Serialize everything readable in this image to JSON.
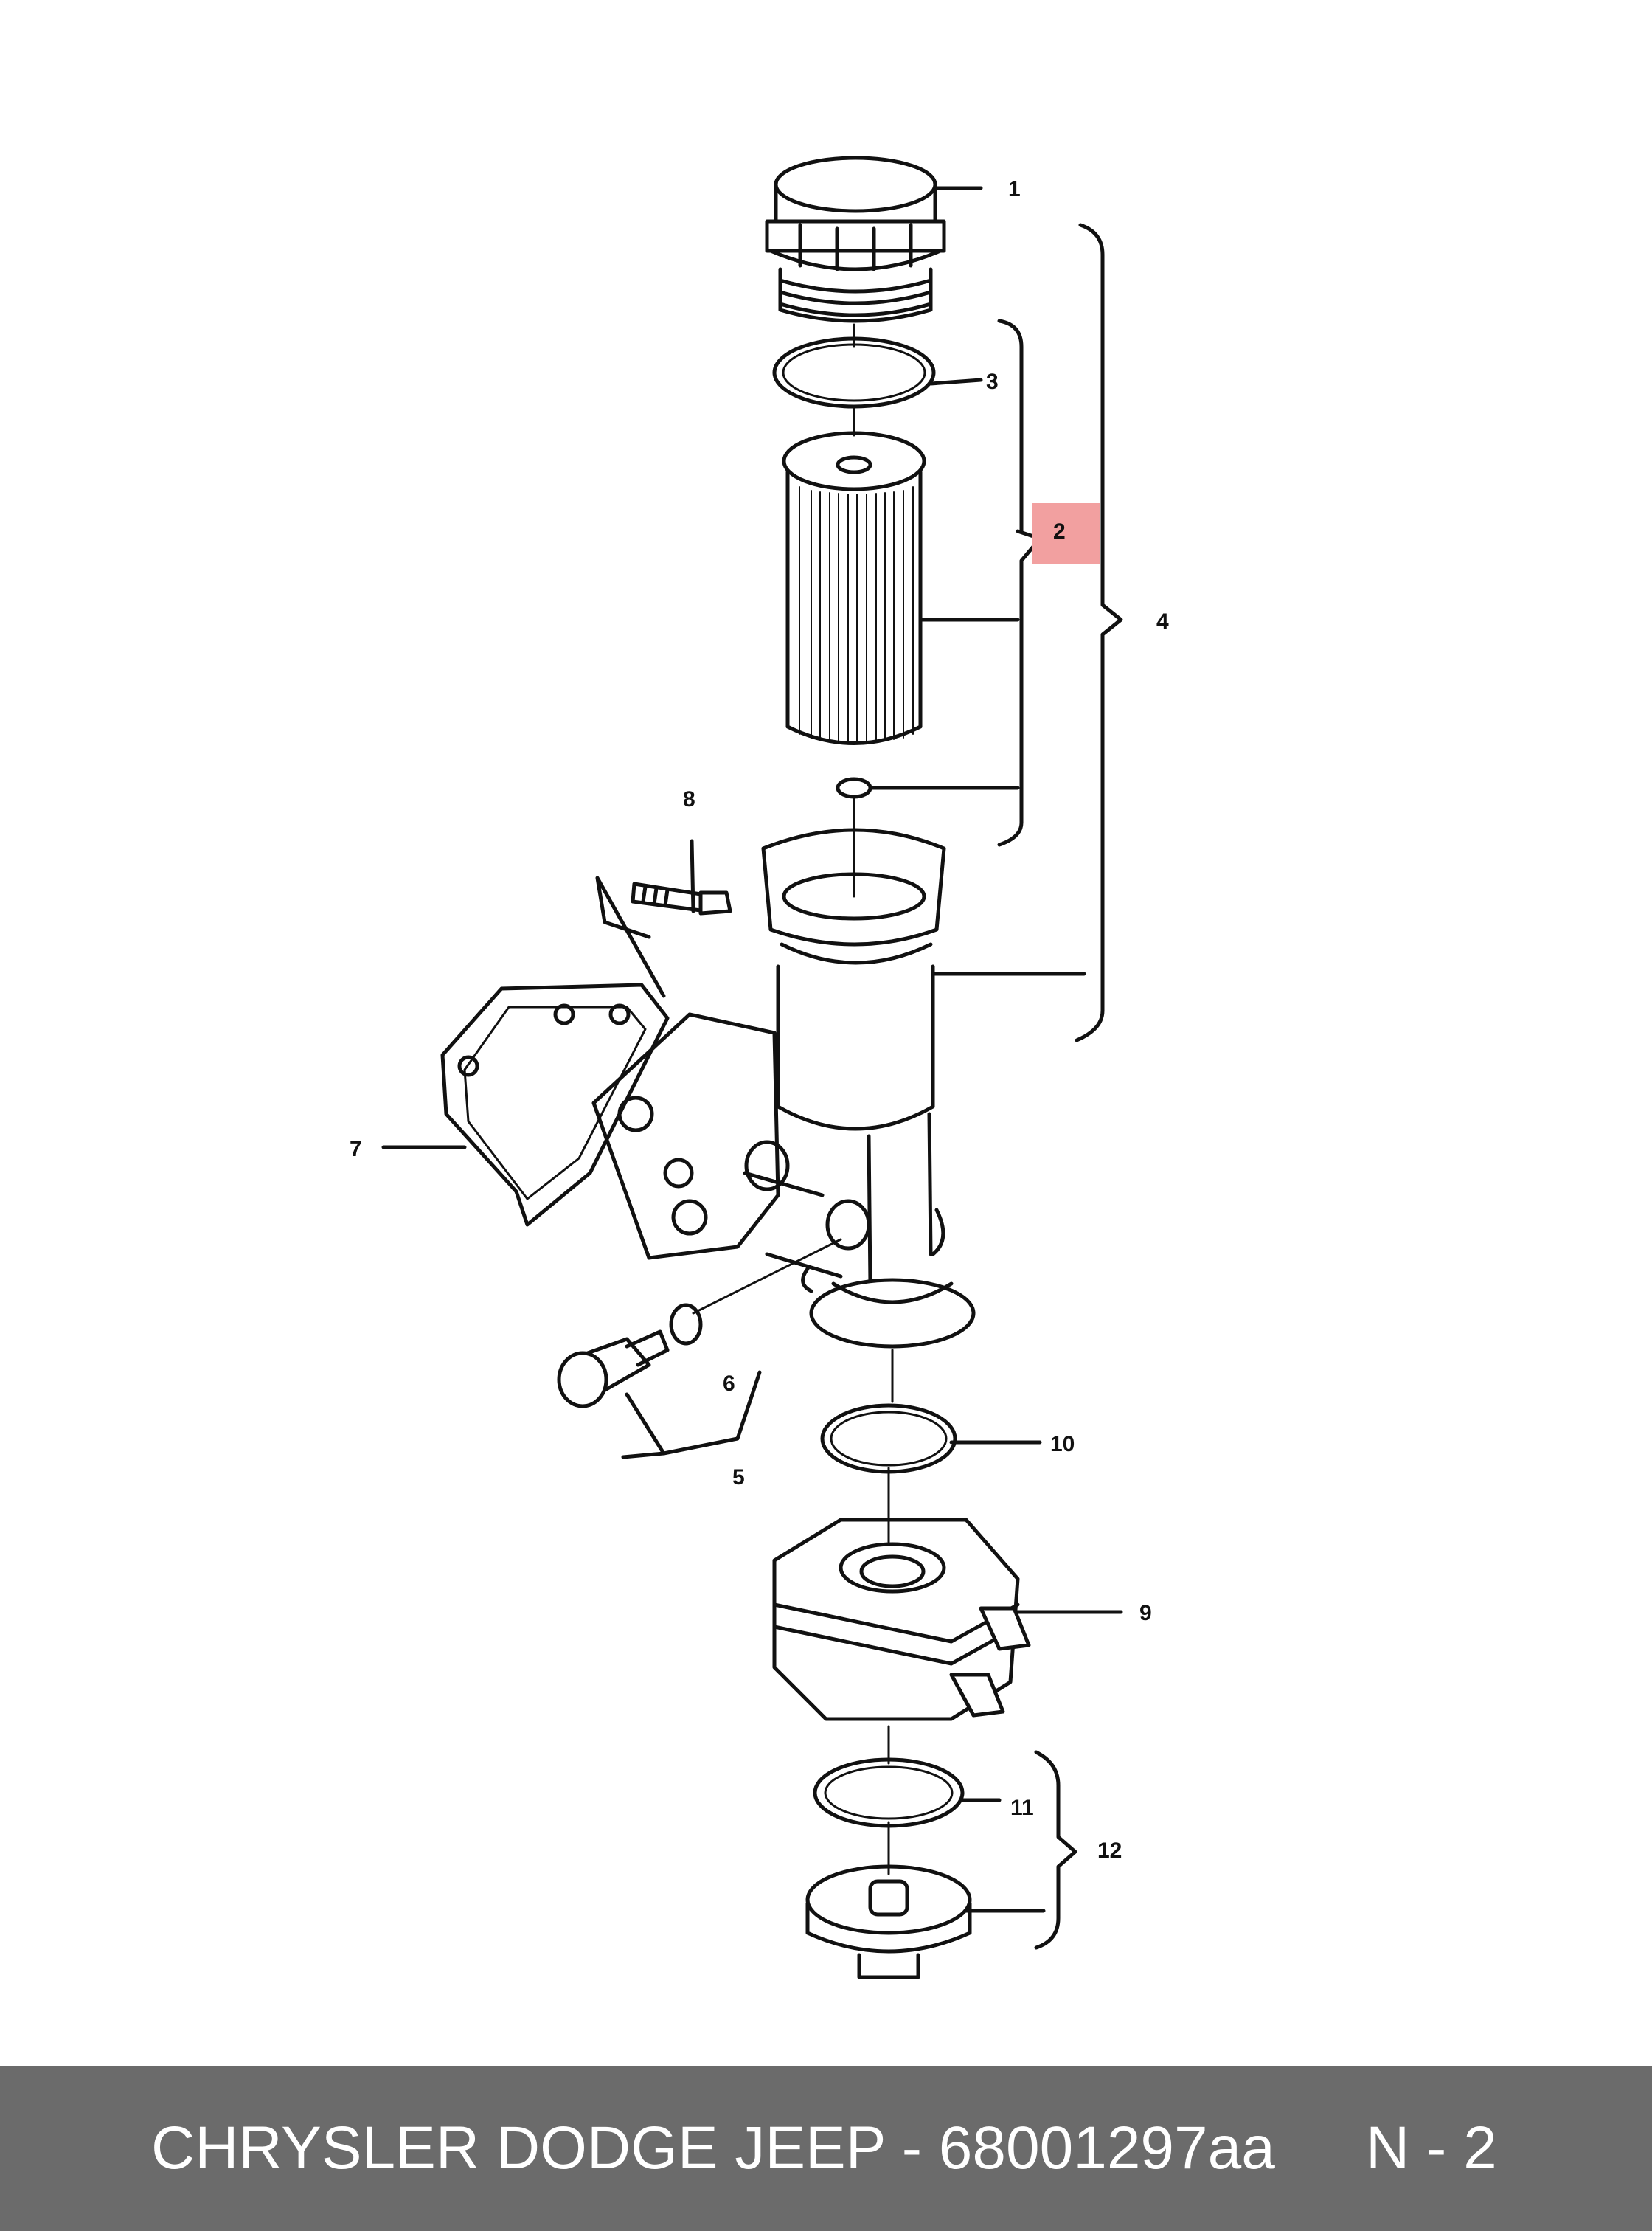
{
  "callouts": {
    "c1": "1",
    "c2": "2",
    "c3": "3",
    "c4": "4",
    "c5": "5",
    "c6": "6",
    "c7": "7",
    "c8": "8",
    "c9": "9",
    "c10": "10",
    "c11": "11",
    "c12": "12"
  },
  "highlight_color": "#f2a0a0",
  "footer": {
    "title": "CHRYSLER DODGE JEEP - 68001297aa",
    "page": "N - 2"
  }
}
